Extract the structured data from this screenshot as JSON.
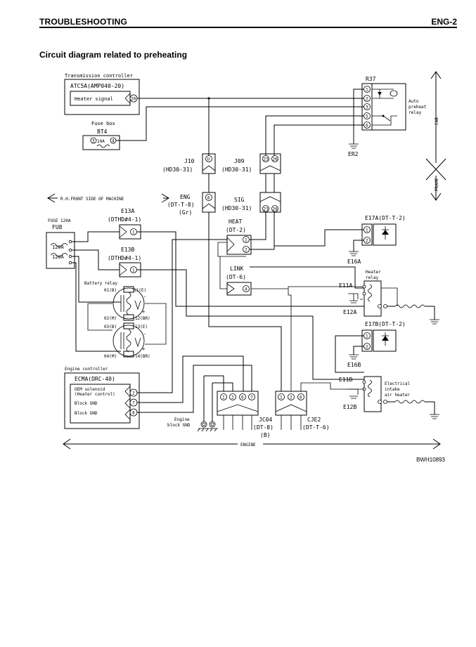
{
  "header": {
    "left": "TROUBLESHOOTING",
    "right": "ENG-2"
  },
  "subtitle": "Circuit diagram related to preheating",
  "doc_id": "BWH10893",
  "labels": {
    "transmission_controller": "Transmission controller",
    "atc5a": "ATC5A(AMP040-20)",
    "heater_signal": "Heater signal",
    "pin_20": "20",
    "fuse_box": "Fuse box",
    "bt4": "BT4",
    "bt4_fuse": "10A",
    "bt4_pin3": "3",
    "bt4_pin4": "4",
    "r37": "R37",
    "auto_preheat_relay": [
      "Auto",
      "preheat",
      "relay"
    ],
    "er2": "ER2",
    "cab": "CAB",
    "frame": "FRAME",
    "j10": "J10",
    "j10_type": "(HD30-31)",
    "j10_pin": "U",
    "j09": "J09",
    "j09_type": "(HD30-31)",
    "pin_23": "23",
    "pin_26": "26",
    "rh_front": "R.H.FRONT SIDE OF MACHINE",
    "eng": "ENG",
    "eng_type": "(DT-T-8)",
    "eng_color": "(Gr)",
    "eng_pin": "6",
    "sig": "SIG",
    "sig_type": "(HD30-31)",
    "fuse_120a": "FUSE 120A",
    "fu8": "FU8",
    "fuse_val_1": "120A",
    "fuse_val_2": "120A",
    "e13a": "E13A",
    "e13a_type": "(DTHD#4-1)",
    "e13b": "E13B",
    "e13b_type": "(DTHD#4-1)",
    "pin_1": "1",
    "pin_2": "2",
    "pin_4": "4",
    "heat": "HEAT",
    "heat_type": "(DT-2)",
    "link": "LINK",
    "link_type": "(DT-6)",
    "battery_relay": "Battery relay",
    "br_01": "01(B)",
    "br_11": "11(E)",
    "br_02": "02(M)",
    "br_12": "12(BR)",
    "br_03": "03(B)",
    "br_13": "13(E)",
    "br_04": "04(M)",
    "br_14": "14(BR)",
    "e17a": "E17A(DT-T-2)",
    "e16a": "E16A",
    "heater_relay": [
      "Heater",
      "relay"
    ],
    "e11a": "E11A",
    "e12a": "E12A",
    "e17b": "E17B(DT-T-2)",
    "e16b": "E16B",
    "e11b": "E11B",
    "e12b": "E12B",
    "intake_heater": [
      "Electrical",
      "intake",
      "air heater"
    ],
    "engine_controller": "Engine controller",
    "ecma": "ECMA(DRC-40)",
    "oem_solenoid": [
      "OEM solenoid",
      "(Heater control)"
    ],
    "block_gnd": "Block GND",
    "pin_7": "7",
    "pin_8": "8",
    "pin_6": "6",
    "pin_3": "3",
    "pin_5": "5",
    "engine_block_gnd": [
      "Engine",
      "block GND"
    ],
    "jc04": "JC04",
    "jc04_type": "(DT-8)",
    "jc04_color": "(B)",
    "cje2": "CJE2",
    "cje2_type": "(DT-T-6)",
    "engine": "ENGINE"
  }
}
